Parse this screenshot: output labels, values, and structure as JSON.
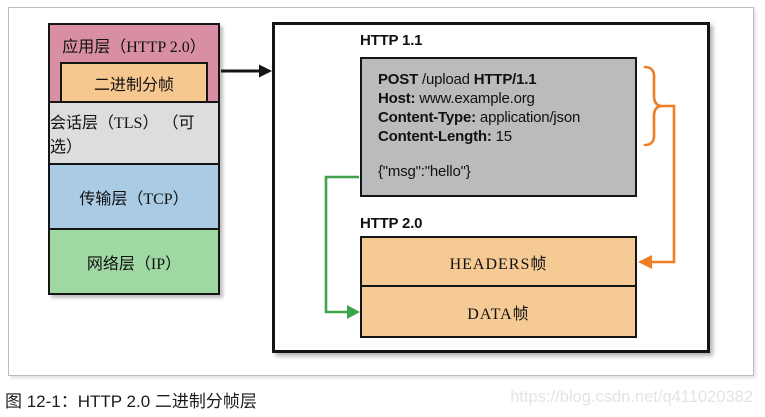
{
  "caption": "图 12-1：HTTP 2.0 二进制分帧层",
  "watermark": "https://blog.csdn.net/q411020382",
  "stack": {
    "app_layer": "应用层（HTTP 2.0）",
    "binary_framing": "二进制分帧",
    "session_layer": "会话层（TLS） （可选）",
    "transport_layer": "传输层（TCP）",
    "network_layer": "网络层（IP）"
  },
  "panel": {
    "http11_label": "HTTP 1.1",
    "http20_label": "HTTP 2.0",
    "request": {
      "method": "POST",
      "path": " /upload ",
      "version": "HTTP/1.1",
      "host_key": "Host:",
      "host_value": " www.example.org",
      "ctype_key": "Content-Type:",
      "ctype_value": " application/json",
      "clen_key": "Content-Length:",
      "clen_value": " 15",
      "body": "{\"msg\":\"hello\"}"
    },
    "frames": {
      "headers": "HEADERS帧",
      "data": "DATA帧"
    }
  },
  "colors": {
    "app_layer": "#d98fa3",
    "binary_framing": "#f6c890",
    "session_layer": "#dddddd",
    "transport_layer": "#a9cbe3",
    "network_layer": "#a0d8a4",
    "request_box": "#b9bbbd",
    "frame_box": "#f6ca94",
    "orange_accent": "#ee7d23",
    "green_accent": "#3fa24d",
    "black_accent": "#151515"
  }
}
